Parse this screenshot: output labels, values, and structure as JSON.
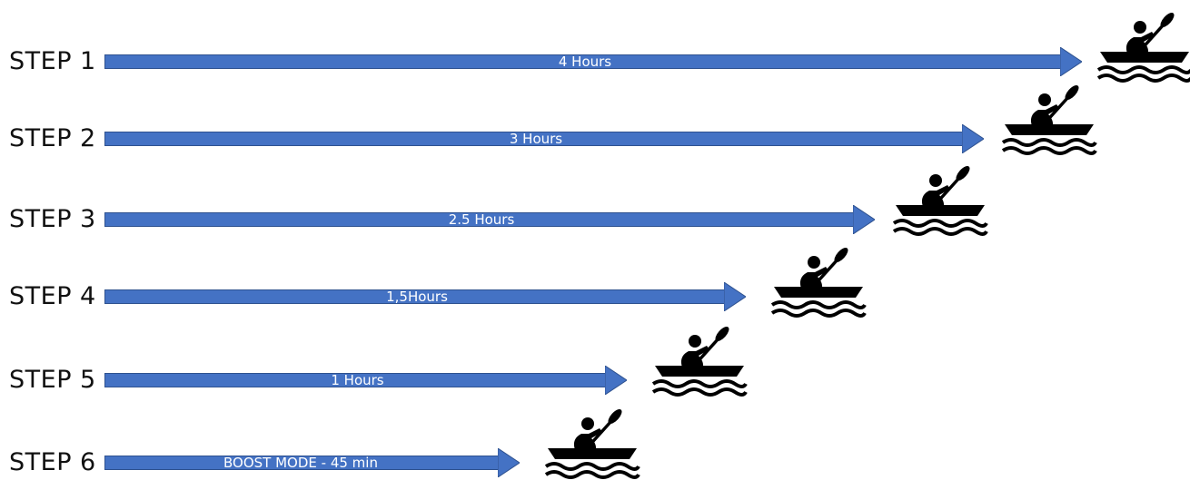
{
  "colors": {
    "arrow_fill": "#4472c4",
    "arrow_outline": "#2f528f",
    "icon": "#000000"
  },
  "icons": {
    "kayaker": "kayak-paddler-on-waves"
  },
  "steps": [
    {
      "label": "STEP 1",
      "duration": "4 Hours"
    },
    {
      "label": "STEP 2",
      "duration": "3 Hours"
    },
    {
      "label": "STEP 3",
      "duration": "2.5 Hours"
    },
    {
      "label": "STEP 4",
      "duration": "1,5Hours"
    },
    {
      "label": "STEP 5",
      "duration": "1 Hours"
    },
    {
      "label": "STEP 6",
      "duration": "BOOST MODE - 45 min"
    }
  ]
}
